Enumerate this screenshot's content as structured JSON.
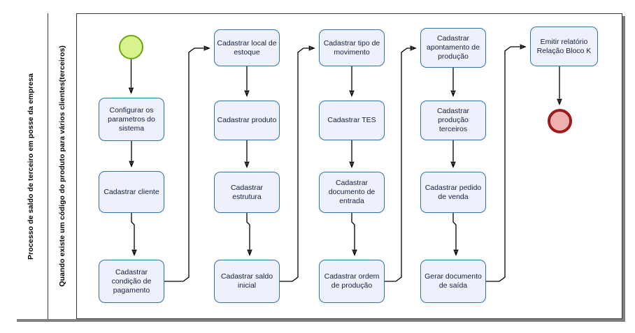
{
  "diagram": {
    "type": "bpmn-flowchart",
    "lanes": [
      {
        "id": "lane-0",
        "label": "Processo de saldo de terceiro em posse da empresa"
      },
      {
        "id": "lane-1",
        "label": "Quando existe um código do produto para vários clientes(terceiros)"
      }
    ],
    "events": [
      {
        "id": "start-event",
        "kind": "start",
        "fill": "#d8f28e",
        "stroke": "#67a80e"
      },
      {
        "id": "end-event",
        "kind": "end",
        "fill": "#f0b0b0",
        "stroke": "#9c1b1b"
      }
    ],
    "columns": [
      {
        "id": "column-1",
        "tasks": [
          "Configurar os parametros do sistema",
          "Cadastrar cliente",
          "Cadastrar condição de pagamento"
        ]
      },
      {
        "id": "column-2",
        "tasks": [
          "Cadastrar local de estoque",
          "Cadastrar produto",
          "Cadastrar estrutura",
          "Cadastrar saldo inicial"
        ]
      },
      {
        "id": "column-3",
        "tasks": [
          "Cadastrar tipo de movimento",
          "Cadastrar TES",
          "Cadastrar documento de entrada",
          "Cadastrar ordem de produção"
        ]
      },
      {
        "id": "column-4",
        "tasks": [
          "Cadastrar apontamento de produção",
          "Cadastrar produção terceiros",
          "Cadastrar pedido de venda",
          "Gerar documento de saída"
        ]
      },
      {
        "id": "column-5",
        "tasks": [
          "Emitir relatório Relação Bloco K"
        ]
      }
    ],
    "colors": {
      "task_fill": "#eef0fb",
      "task_stroke": "#2e75a8",
      "task_text": "#14213d",
      "frame_stroke": "#3a3a3a",
      "connector": "#000000"
    }
  }
}
